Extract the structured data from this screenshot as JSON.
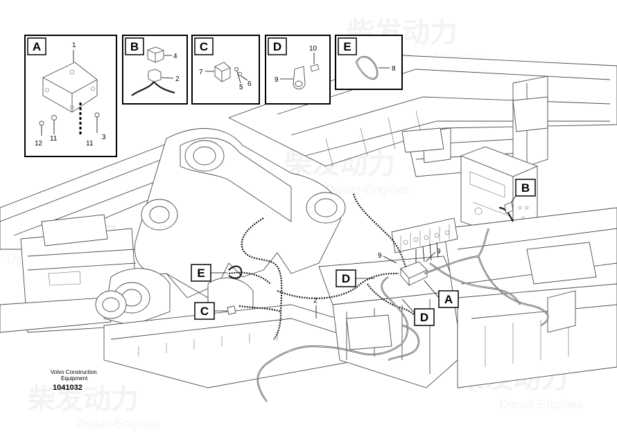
{
  "inset_labels": {
    "a": "A",
    "b": "B",
    "c": "C",
    "d": "D",
    "e": "E"
  },
  "inset_a_numbers": {
    "n1": "1",
    "n12": "12",
    "n11a": "11",
    "n11b": "11",
    "n3": "3"
  },
  "inset_b_numbers": {
    "n4": "4",
    "n2": "2"
  },
  "inset_c_numbers": {
    "n7": "7",
    "n5": "5",
    "n6": "6"
  },
  "inset_d_numbers": {
    "n10": "10",
    "n9": "9"
  },
  "inset_e_numbers": {
    "n8": "8"
  },
  "callouts": {
    "b": "B",
    "e": "E",
    "c": "C",
    "d1": "D",
    "a": "A",
    "d2": "D"
  },
  "main_numbers": {
    "n9a": "9",
    "n9b": "9",
    "n2": "2"
  },
  "caption": {
    "company": "Volvo Construction",
    "line2": "Equipment",
    "doc_number": "1041032"
  },
  "watermark": {
    "cn": "柴发动力",
    "en": "Diesel-Engines"
  }
}
